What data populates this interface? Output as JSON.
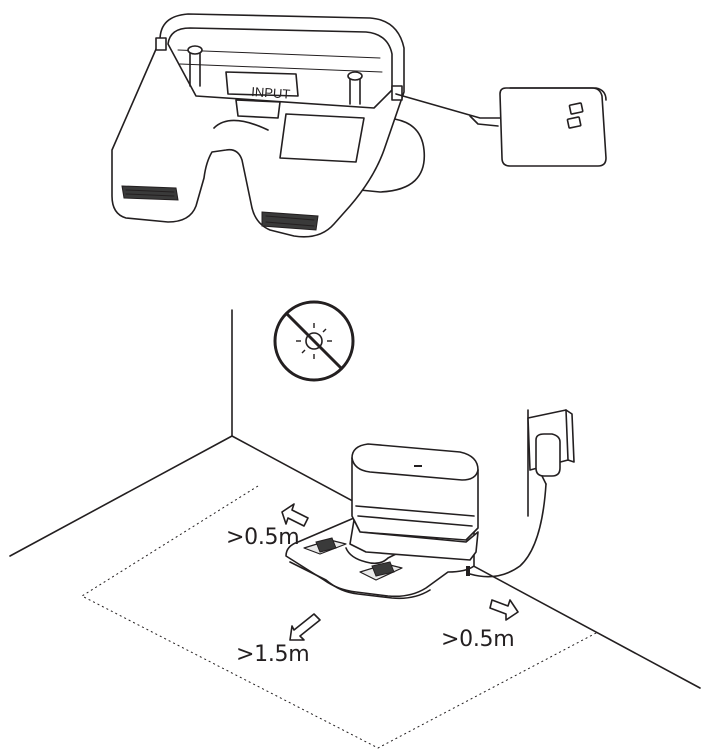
{
  "dock_port_label": "INPUT",
  "clearance": {
    "left": ">0.5m",
    "front": ">1.5m",
    "right": ">0.5m"
  },
  "icons": [
    "power-adapter-icon",
    "no-direct-sunlight-icon",
    "wall-outlet-icon"
  ]
}
